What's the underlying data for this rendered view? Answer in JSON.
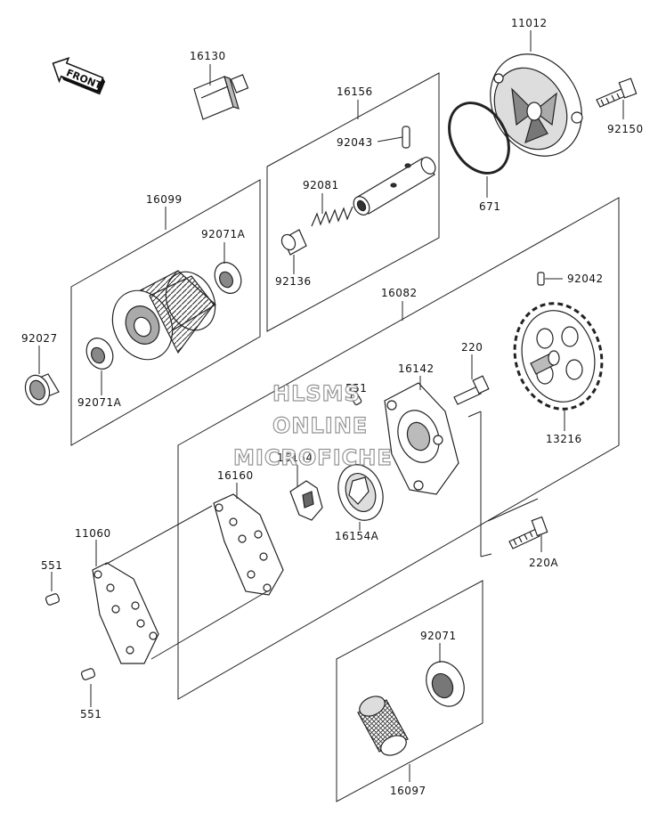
{
  "front_arrow_label": "FRONT",
  "watermark": {
    "line1": "HLSMS",
    "line2": "ONLINE",
    "line3": "MICROFICHE"
  },
  "parts": {
    "p16130": "16130",
    "p16156": "16156",
    "p92043": "92043",
    "p92081": "92081",
    "p92136": "92136",
    "p11012": "11012",
    "p92150": "92150",
    "p671": "671",
    "p16099": "16099",
    "p92071A_top": "92071A",
    "p92071A_bottom": "92071A",
    "p92027": "92027",
    "p16082": "16082",
    "p92042": "92042",
    "p220": "220",
    "p16142": "16142",
    "p551_mid": "551",
    "p13216": "13216",
    "p16154": "16154",
    "p16154A": "16154A",
    "p16160": "16160",
    "p220A": "220A",
    "p11060": "11060",
    "p551_left_top": "551",
    "p551_left_bottom": "551",
    "p92071": "92071",
    "p16097": "16097"
  },
  "colors": {
    "line": "#222222",
    "part_fill": "#ffffff",
    "part_shade": "#bdbdbd",
    "part_dark": "#555555",
    "watermark_stroke": "#8a8a8a"
  }
}
